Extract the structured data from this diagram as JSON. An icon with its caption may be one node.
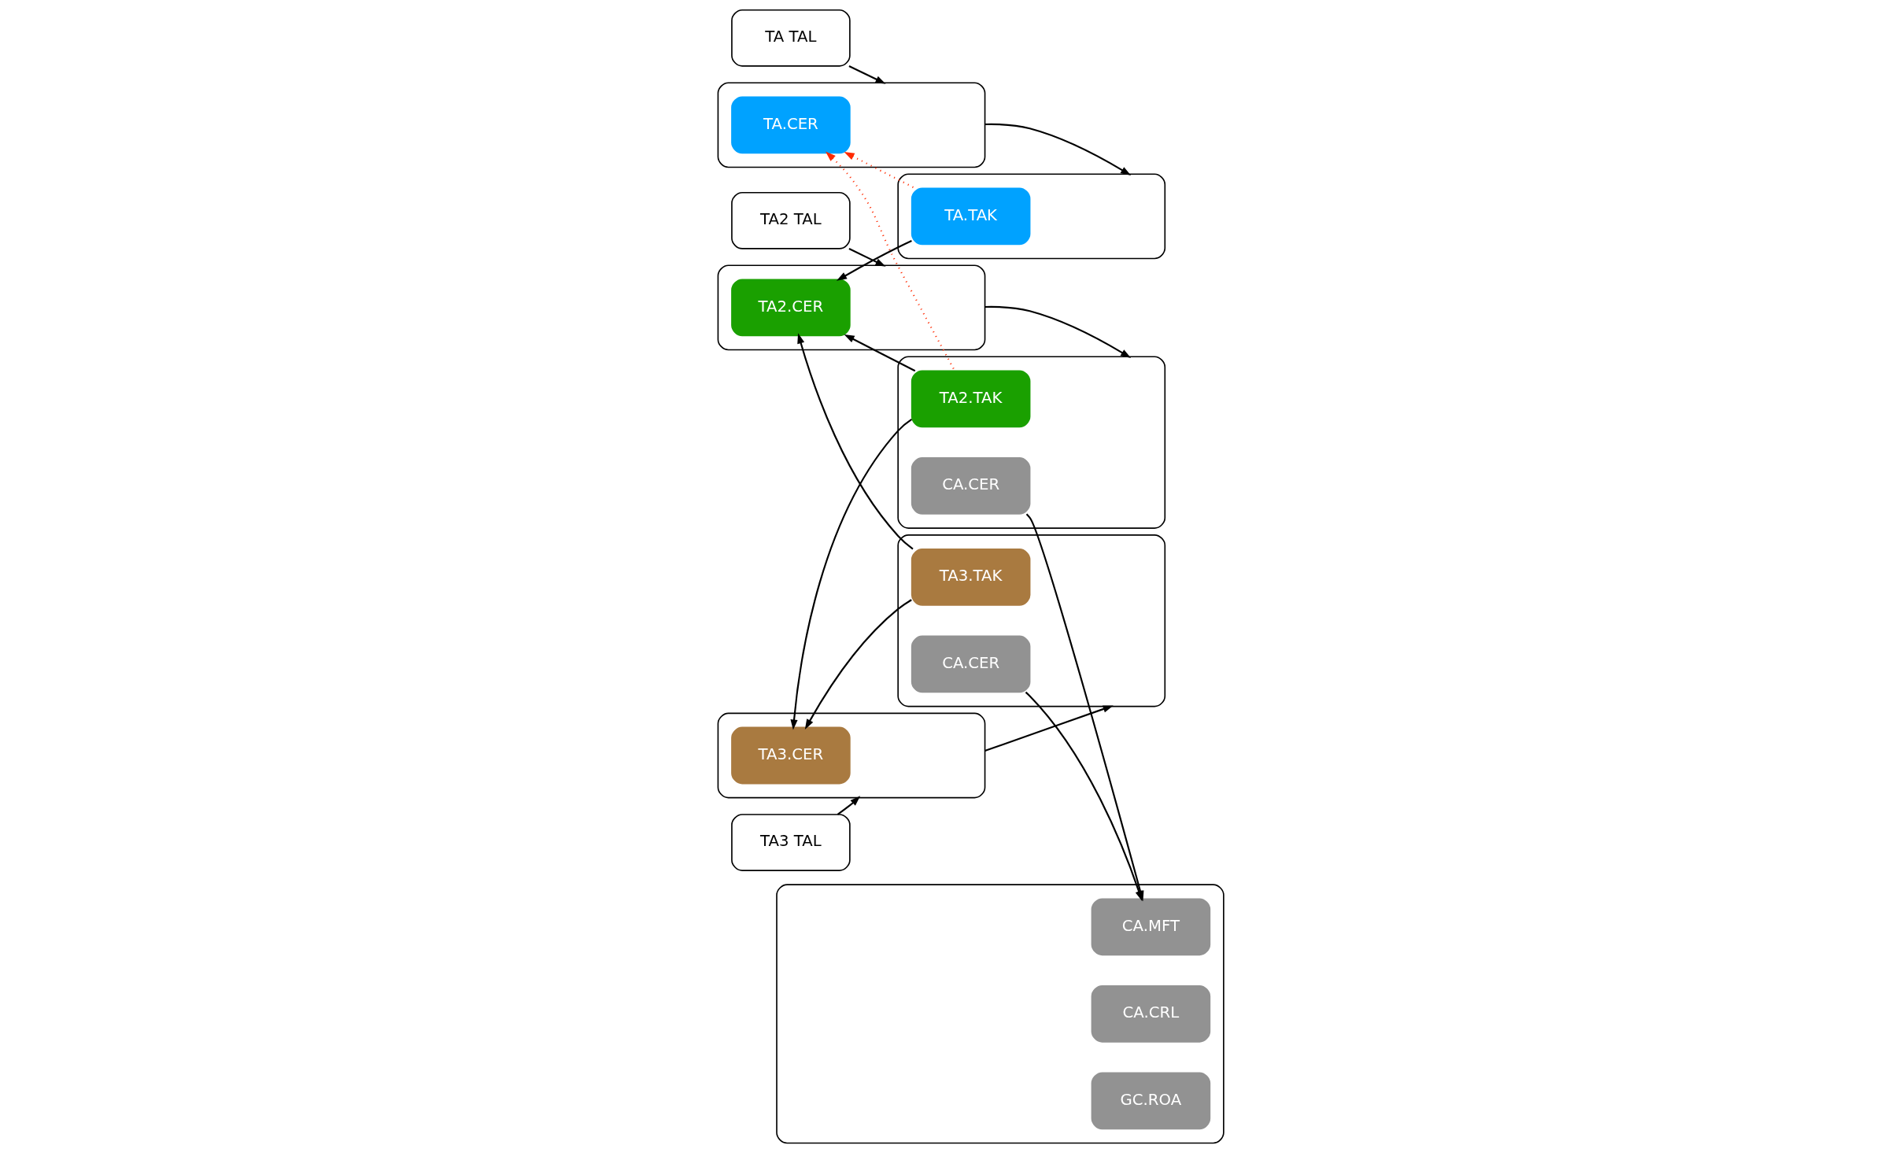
{
  "diagram": {
    "nodes": [
      {
        "text": [
          "TA TAL"
        ]
      },
      {
        "text": [],
        "shape": "box"
      },
      {
        "text": [
          "TA.CER"
        ],
        "in": 1
      },
      {
        "text": [],
        "shape": "box"
      },
      {
        "text": [
          "TA.TAK"
        ],
        "in": 3
      },
      {
        "text": [],
        "shape": "box"
      },
      {
        "text": [
          "CA.MFT"
        ],
        "in": 5
      },
      {
        "text": [
          "CA.CRL"
        ],
        "in": 5
      },
      {
        "text": [
          "GC.ROA"
        ],
        "in": 5
      },
      {
        "text": [
          "TA2 TAL"
        ]
      },
      {
        "text": [],
        "shape": "box"
      },
      {
        "text": [
          "TA2.CER"
        ],
        "in": 10
      },
      {
        "text": [],
        "shape": "box"
      },
      {
        "text": [
          "TA2.TAK"
        ],
        "in": 12
      },
      {
        "text": [
          "CA.CER"
        ],
        "in": 12
      },
      {
        "text": [
          "TA3 TAL"
        ]
      },
      {
        "text": [],
        "shape": "box"
      },
      {
        "text": [
          "TA3.CER"
        ],
        "in": 16
      },
      {
        "text": [],
        "shape": "box"
      },
      {
        "text": [
          "TA3.TAK"
        ],
        "in": 18
      },
      {
        "text": [
          "CA.CER"
        ],
        "in": 18
      }
    ],
    "edges": [
      {
        "from": 0,
        "to": 1,
        "arrow": "to"
      },
      {
        "from": 1,
        "to": 3,
        "arrow": "to"
      },
      {
        "from": 4,
        "to": 2,
        "arrow": "to",
        "style": "dashed",
        "color": "#ff2a00"
      },
      {
        "from": 13,
        "to": 2,
        "arrow": "to",
        "style": "dashed",
        "color": "#ff2a00"
      },
      {
        "from": 4,
        "to": 11,
        "arrow": "to"
      },
      {
        "from": 9,
        "to": 10,
        "arrow": "to"
      },
      {
        "from": 10,
        "to": 12,
        "arrow": "to"
      },
      {
        "from": 13,
        "to": 11,
        "arrow": "to"
      },
      {
        "from": 13,
        "to": 17,
        "arrow": "to"
      },
      {
        "from": 14,
        "to": 6,
        "arrow": "to"
      },
      {
        "from": 15,
        "to": 16,
        "arrow": "to"
      },
      {
        "from": 16,
        "to": 18,
        "arrow": "to"
      },
      {
        "from": 19,
        "to": 11,
        "arrow": "to"
      },
      {
        "from": 19,
        "to": 17,
        "arrow": "to"
      },
      {
        "from": 20,
        "to": 6,
        "arrow": "to"
      }
    ]
  }
}
